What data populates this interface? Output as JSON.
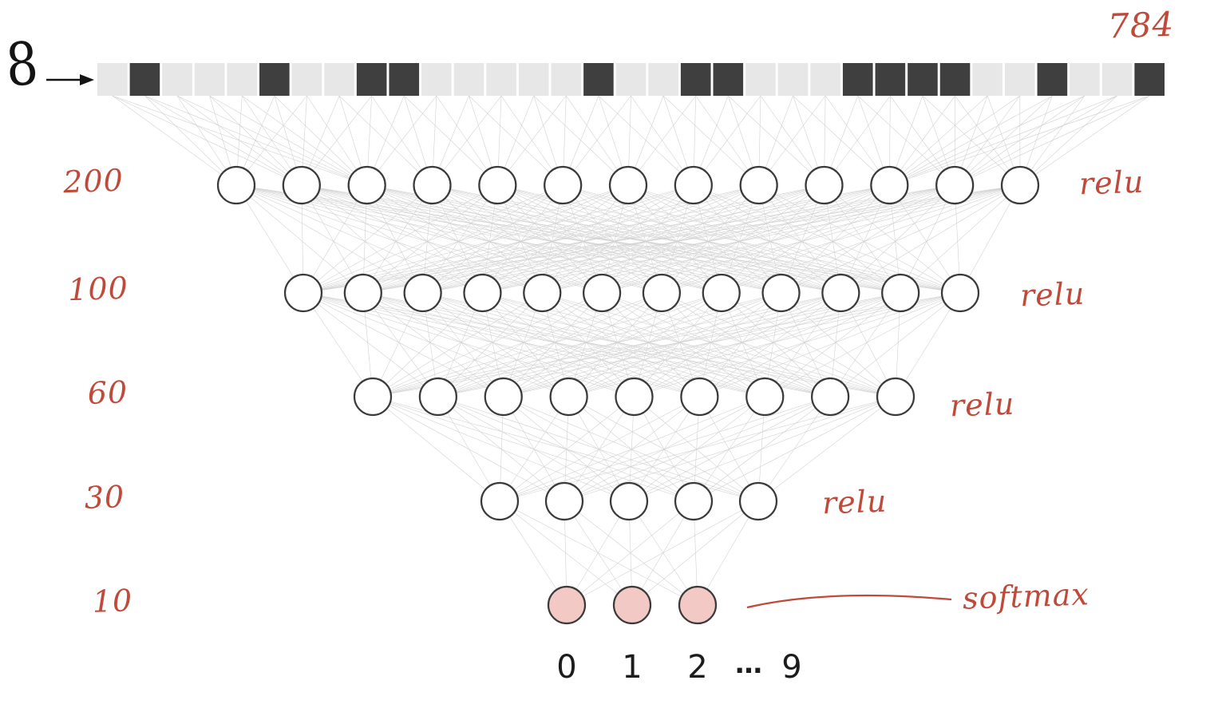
{
  "diagram": {
    "input": {
      "digit_glyph": "8",
      "count_label": "784",
      "pattern": [
        0,
        1,
        0,
        0,
        0,
        1,
        0,
        0,
        1,
        1,
        0,
        0,
        0,
        0,
        0,
        1,
        0,
        0,
        1,
        1,
        0,
        0,
        0,
        1,
        1,
        1,
        1,
        0,
        0,
        1,
        0,
        0,
        1
      ]
    },
    "layers": [
      {
        "name": "hidden-1",
        "label": "200",
        "count": 13,
        "activation": "relu",
        "fill": "#ffffff"
      },
      {
        "name": "hidden-2",
        "label": "100",
        "count": 12,
        "activation": "relu",
        "fill": "#ffffff"
      },
      {
        "name": "hidden-3",
        "label": "60",
        "count": 9,
        "activation": "relu",
        "fill": "#ffffff"
      },
      {
        "name": "hidden-4",
        "label": "30",
        "count": 5,
        "activation": "relu",
        "fill": "#ffffff"
      },
      {
        "name": "output",
        "label": "10",
        "count": 3,
        "activation": "softmax",
        "fill": "#f2c9c4"
      }
    ],
    "output_classes": [
      "0",
      "1",
      "2",
      "…",
      "9"
    ],
    "colors": {
      "annotation": "#c04a3a",
      "node_stroke": "#3a3a3a",
      "edge": "#c2c2c2",
      "dark_square": "#3f3f3f",
      "light_square": "#e7e7e7",
      "output_fill": "#f2c9c4",
      "digit_color": "#141414"
    }
  }
}
